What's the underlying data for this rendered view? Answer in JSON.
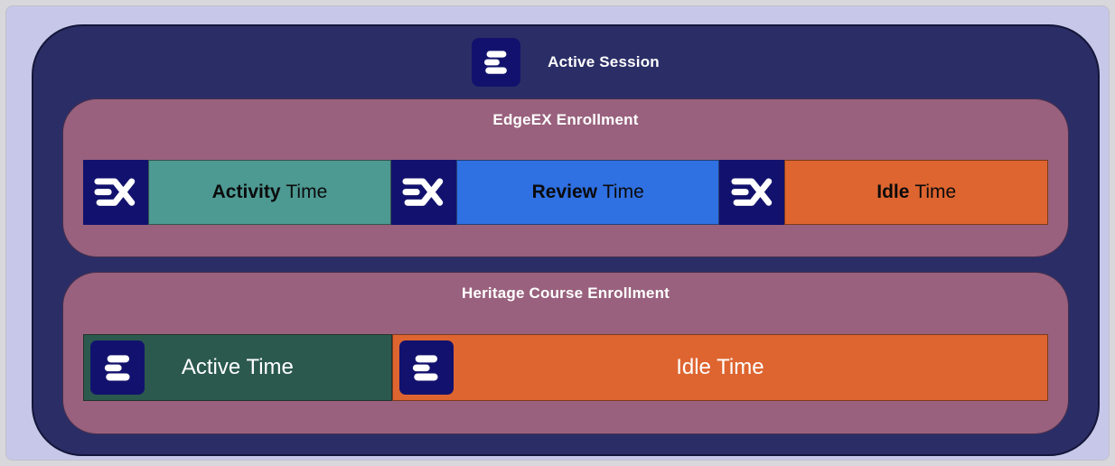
{
  "colors": {
    "frame_outer": "#d8d8dc",
    "slide_background": "#c7c8e9",
    "session_bg": "#2b2e66",
    "logo_square_bg": "#12126e",
    "enrollment_bg": "#99617d",
    "activity_teal": "#4d9a93",
    "review_blue": "#2f70e2",
    "idle_orange": "#de6530",
    "active_green": "#2b594e"
  },
  "session": {
    "title": "Active Session",
    "logo_icon": "edgenuity-e-icon"
  },
  "edgeex_enrollment": {
    "title": "EdgeEX Enrollment",
    "divider_icon": "edgeex-x-icon",
    "segments": [
      {
        "em": "Activity",
        "rest": "Time",
        "color": "#4d9a93",
        "text_color": "#0b0b0b"
      },
      {
        "em": "Review",
        "rest": "Time",
        "color": "#2f70e2",
        "text_color": "#0b0b0b"
      },
      {
        "em": "Idle",
        "rest": "Time",
        "color": "#de6530",
        "text_color": "#0b0b0b"
      }
    ]
  },
  "heritage_enrollment": {
    "title": "Heritage Course Enrollment",
    "marker_icon": "edgenuity-e-icon",
    "segments": [
      {
        "label": "Active Time",
        "color": "#2b594e",
        "text_color": "#ffffff"
      },
      {
        "label": "Idle Time",
        "color": "#de6530",
        "text_color": "#ffffff"
      }
    ]
  }
}
